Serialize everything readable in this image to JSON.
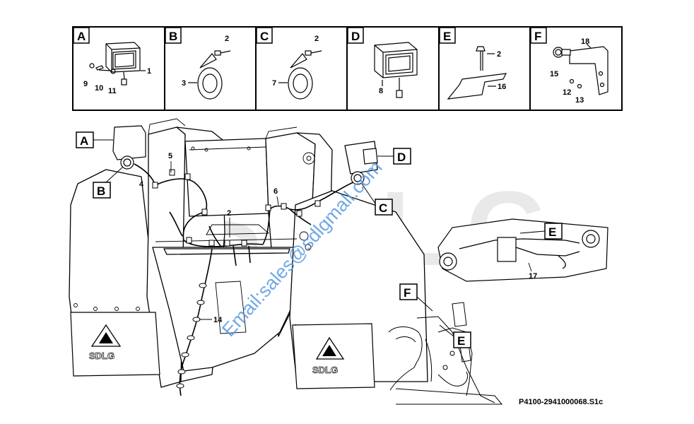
{
  "details": [
    {
      "letter": "A",
      "parts": [
        "1",
        "9",
        "10",
        "11"
      ]
    },
    {
      "letter": "B",
      "parts": [
        "2",
        "3"
      ]
    },
    {
      "letter": "C",
      "parts": [
        "2",
        "7"
      ]
    },
    {
      "letter": "D",
      "parts": [
        "8"
      ]
    },
    {
      "letter": "E",
      "parts": [
        "2",
        "16"
      ]
    },
    {
      "letter": "F",
      "parts": [
        "18",
        "15",
        "12",
        "13"
      ]
    }
  ],
  "callouts": {
    "A": "A",
    "B": "B",
    "C": "C",
    "D": "D",
    "E1": "E",
    "E2": "E",
    "F": "F"
  },
  "part_numbers": {
    "p4": "4",
    "p5": "5",
    "p6": "6",
    "p2": "2",
    "p14": "14",
    "p17": "17"
  },
  "mudflap_logo": "SDLG",
  "watermark": {
    "brand": "SDLG",
    "email": "Email:sales@sdlgmall.com",
    "brand_color": "#e8e8e8",
    "email_color": "#4a90d9"
  },
  "drawing_reference": "P4100-2941000068.S1c"
}
